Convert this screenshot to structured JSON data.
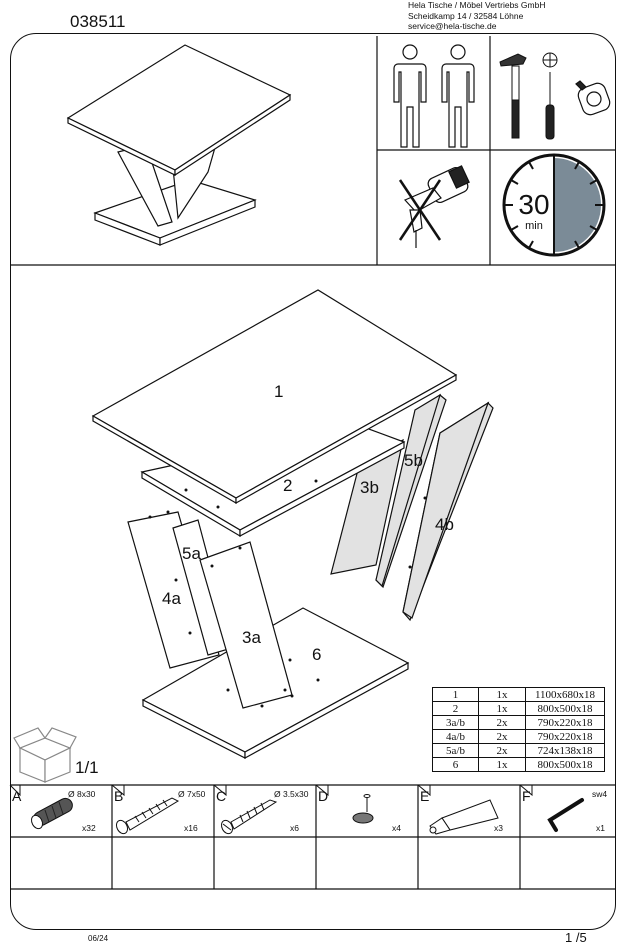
{
  "header": {
    "product_code": "038511",
    "company_lines": [
      "Hela Tische / Möbel Vertriebs GmbH",
      "Scheidkamp 14 / 32584 Löhne",
      "service@hela-tische.de"
    ]
  },
  "icons": [
    "two-person-icon",
    "hammer-icon",
    "phillips-screwdriver-icon",
    "measuring-tape-icon",
    "no-power-drill-icon",
    "timer-icon"
  ],
  "timer": {
    "minutes": "30",
    "unit": "min",
    "fraction_filled": 0.5
  },
  "parts_labels": [
    "1",
    "2",
    "3b",
    "5b",
    "4b",
    "5a",
    "4a",
    "3a",
    "6"
  ],
  "box_count": "1/1",
  "parts_table": [
    {
      "part": "1",
      "qty": "1x",
      "size": "1100x680x18"
    },
    {
      "part": "2",
      "qty": "1x",
      "size": "800x500x18"
    },
    {
      "part": "3a/b",
      "qty": "2x",
      "size": "790x220x18"
    },
    {
      "part": "4a/b",
      "qty": "2x",
      "size": "790x220x18"
    },
    {
      "part": "5a/b",
      "qty": "2x",
      "size": "724x138x18"
    },
    {
      "part": "6",
      "qty": "1x",
      "size": "800x500x18"
    }
  ],
  "hardware": [
    {
      "letter": "A",
      "size": "Ø 8x30",
      "qty": "x32",
      "icon": "dowel-icon"
    },
    {
      "letter": "B",
      "size": "Ø 7x50",
      "qty": "x16",
      "icon": "screw-icon"
    },
    {
      "letter": "C",
      "size": "Ø 3.5x30",
      "qty": "x6",
      "icon": "small-screw-icon"
    },
    {
      "letter": "D",
      "size": "",
      "qty": "x4",
      "icon": "glide-foot-icon"
    },
    {
      "letter": "E",
      "size": "",
      "qty": "x3",
      "icon": "glue-tube-icon"
    },
    {
      "letter": "F",
      "size": "sw4",
      "qty": "x1",
      "icon": "allen-key-icon"
    }
  ],
  "footer": {
    "date": "06/24",
    "page": "1 /5"
  }
}
